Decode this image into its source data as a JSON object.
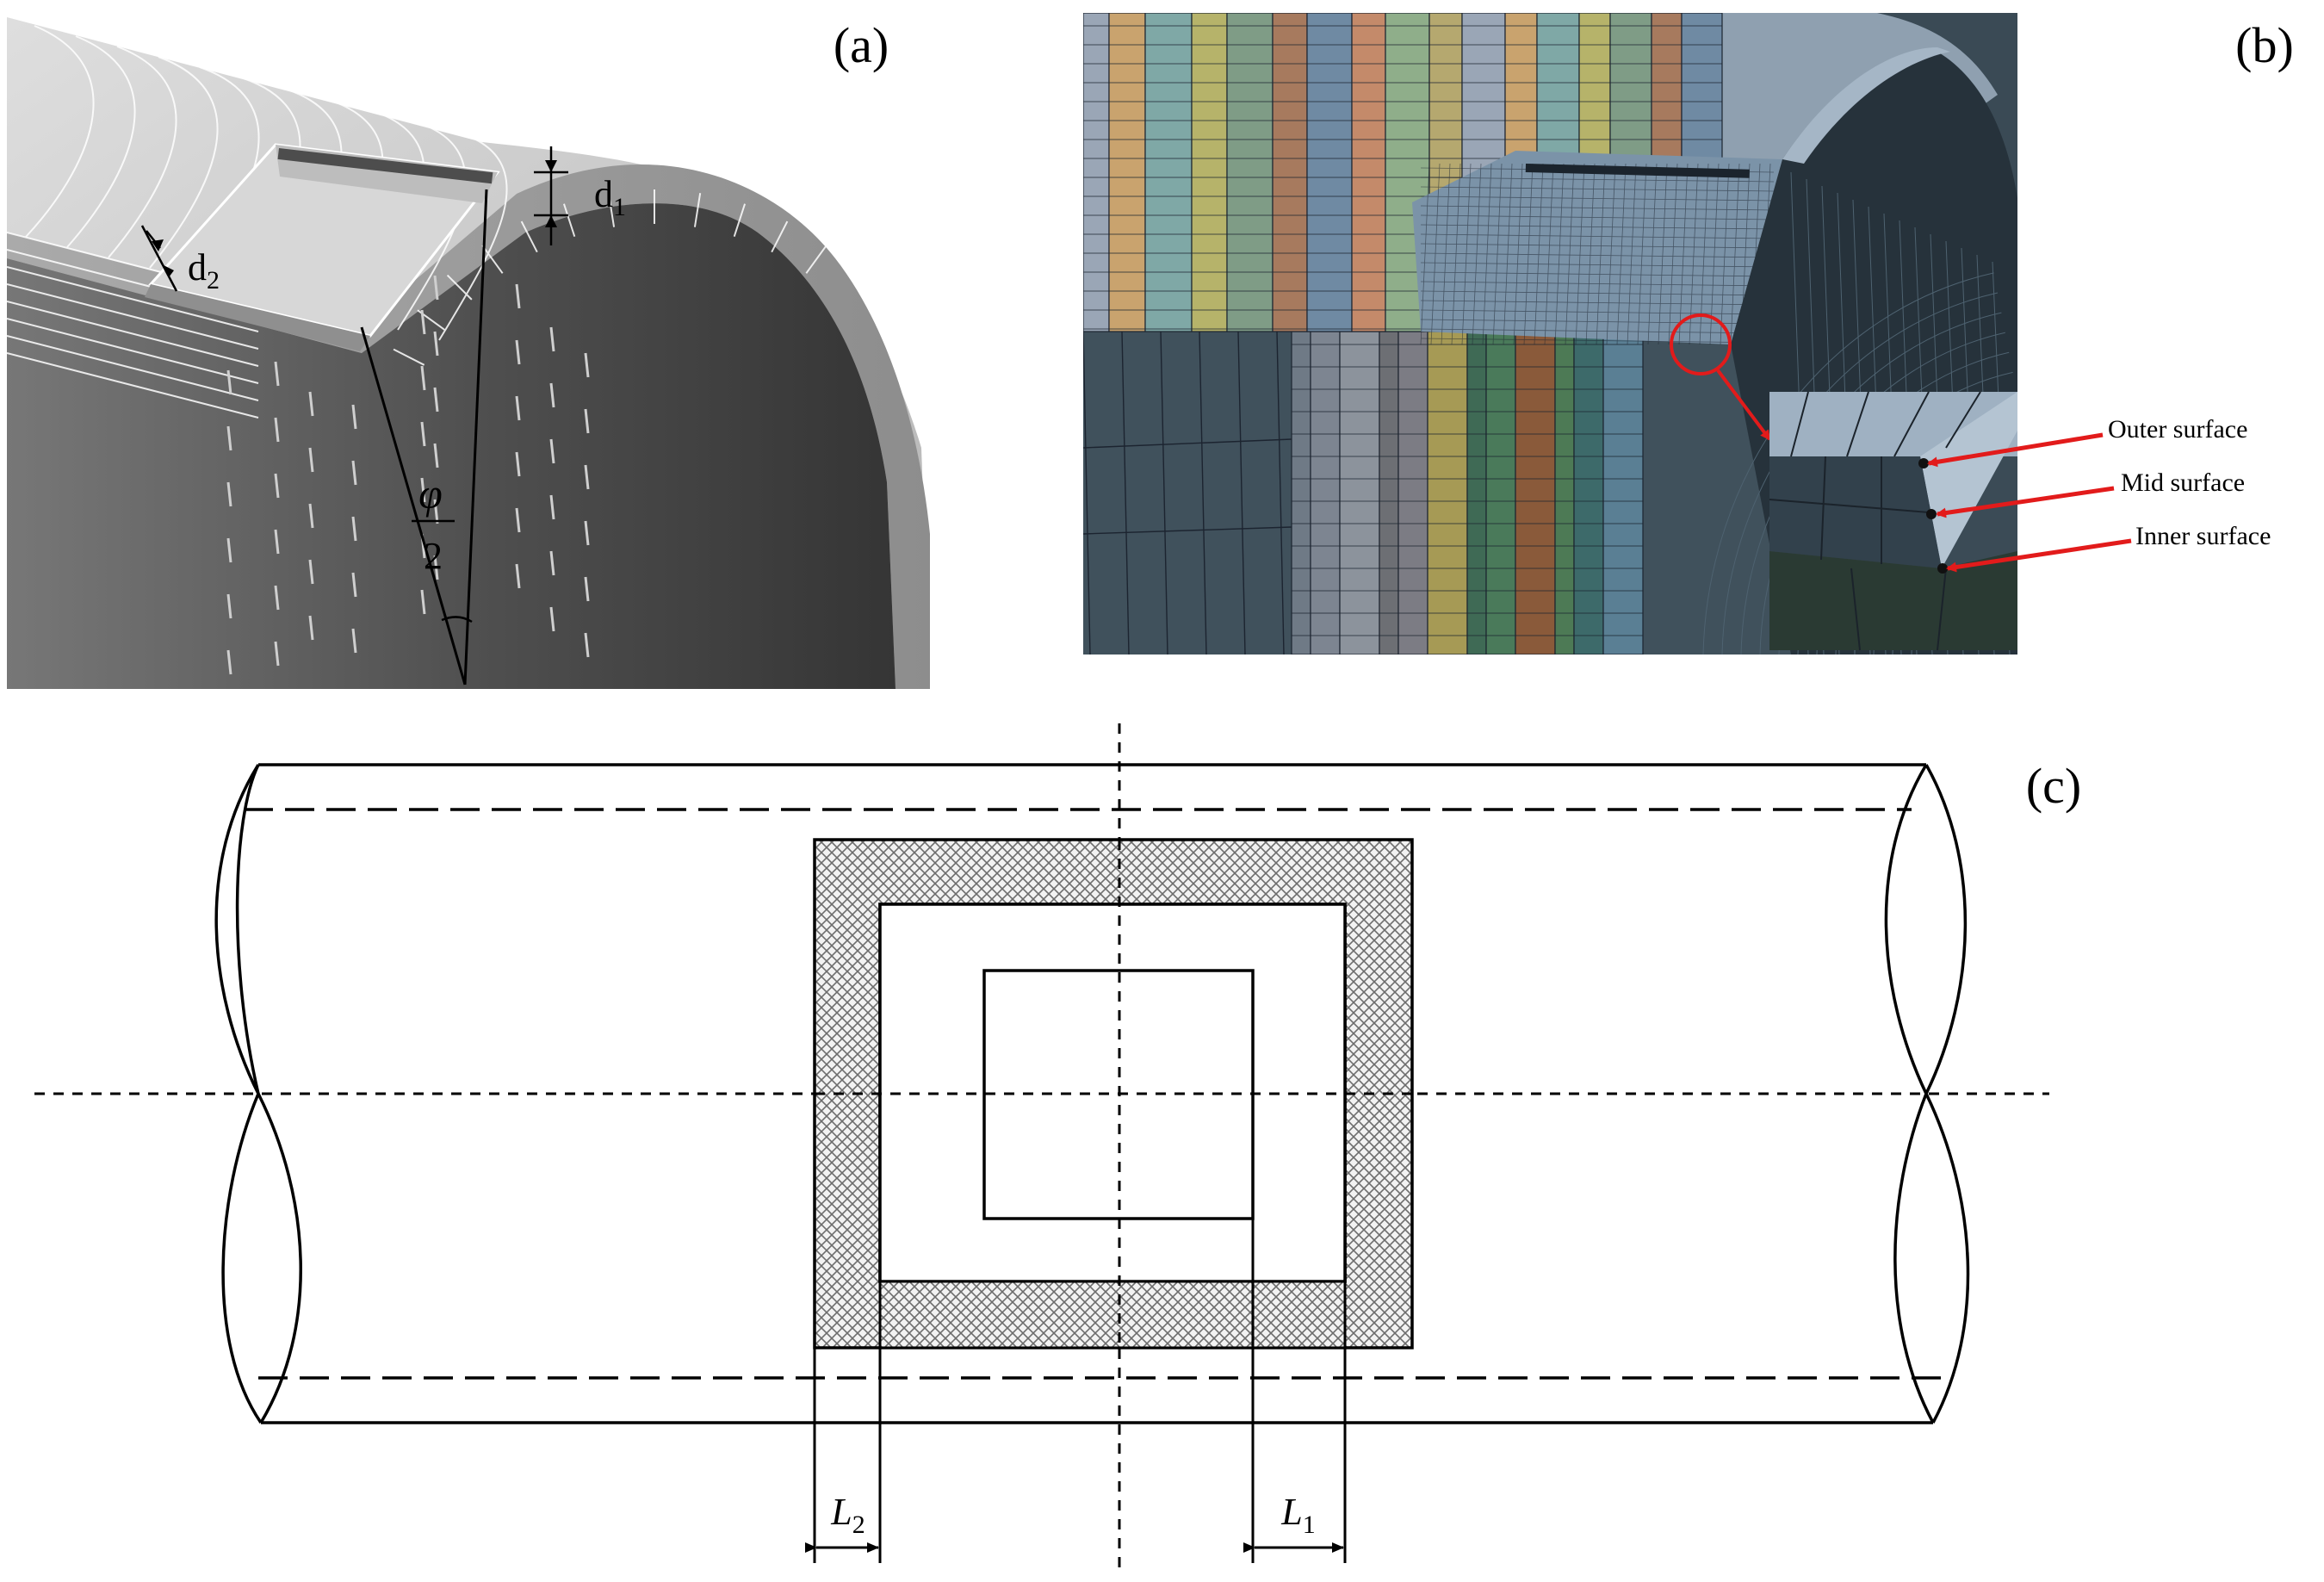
{
  "panel_a": {
    "label": "(a)",
    "dims": {
      "d1": "d",
      "d1_sub": "1",
      "d2": "d",
      "d2_sub": "2"
    },
    "angle_symbol": "φ",
    "angle_denominator": "2"
  },
  "panel_b": {
    "label": "(b)",
    "callouts": [
      "Outer surface",
      "Mid surface",
      "Inner surface"
    ],
    "colors": {
      "band_palette": [
        "#9aa6b6",
        "#c9a36e",
        "#7fa8a6",
        "#b6b36a",
        "#7f9c86",
        "#a77a5e",
        "#6f8aa3",
        "#c48a6a",
        "#8fae8a",
        "#b5a86f"
      ],
      "mesh_line": "#1c2430",
      "inner_dark": "#263038",
      "callout_arrow": "#e21b1b"
    }
  },
  "panel_c": {
    "label": "(c)",
    "L2": "L",
    "L2_sub": "2",
    "L1": "L",
    "L1_sub": "1"
  }
}
